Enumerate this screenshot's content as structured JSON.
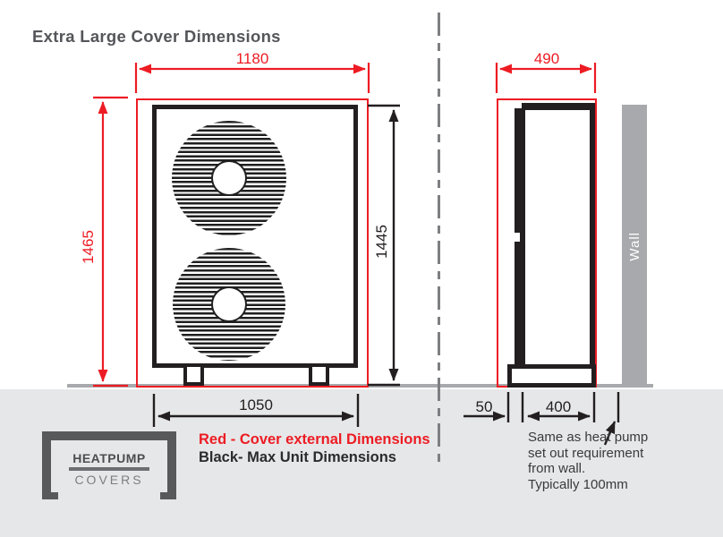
{
  "title": "Extra Large Cover Dimensions",
  "front_view": {
    "cover_width_label": "1180",
    "cover_height_label": "1465",
    "unit_height_label": "1445",
    "unit_width_label": "1050"
  },
  "side_view": {
    "cover_depth_label": "490",
    "gap_label": "50",
    "unit_depth_label": "400",
    "wall_label": "Wall"
  },
  "legend": {
    "red_label": "Red - Cover external Dimensions",
    "black_label": "Black- Max Unit Dimensions"
  },
  "annotation": {
    "lines": [
      "Same as heat pump",
      "set out requirement",
      "from wall.",
      "Typically 100mm"
    ]
  },
  "logo": {
    "line1": "HEATPUMP",
    "line2": "COVERS"
  },
  "colors": {
    "cover_red": "#ed1c24",
    "unit_black": "#231f20",
    "wall_gray": "#a7a9ac",
    "panel_gray": "#e6e7e8",
    "title_gray": "#55565a"
  }
}
